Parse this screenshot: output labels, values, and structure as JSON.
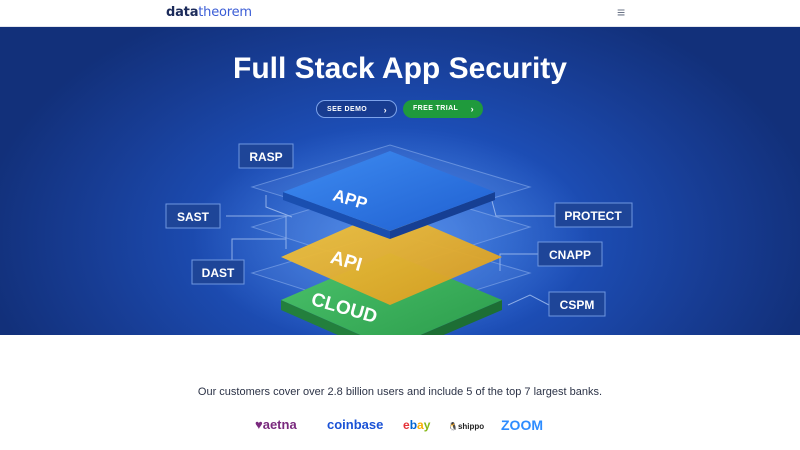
{
  "nav": {
    "logo_part1": "data",
    "logo_part2": "theorem",
    "menu_icon": "hamburger-icon",
    "menu_glyph": "≡"
  },
  "hero": {
    "title": "Full Stack App Security",
    "see_demo": "SEE DEMO",
    "free_trial": "FREE TRIAL",
    "chevron": "›",
    "layers": {
      "app": "APP",
      "api": "API",
      "cloud": "CLOUD"
    },
    "labels": {
      "rasp": "RASP",
      "sast": "SAST",
      "dast": "DAST",
      "protect": "PROTECT",
      "cnapp": "CNAPP",
      "cspm": "CSPM"
    },
    "colors": {
      "app": "#2f79e6",
      "api": "#e8b62e",
      "cloud": "#38b25c",
      "trial_button": "#1f9a3c"
    }
  },
  "customers": {
    "tagline": "Our customers cover over 2.8 billion users and include 5 of the top 7 largest banks.",
    "logos": {
      "aetna": "aetna",
      "coinbase": "coinbase",
      "ebay_e": "e",
      "ebay_b": "b",
      "ebay_a": "a",
      "ebay_y": "y",
      "shippo": "shippo",
      "zoom": "zoom"
    }
  }
}
